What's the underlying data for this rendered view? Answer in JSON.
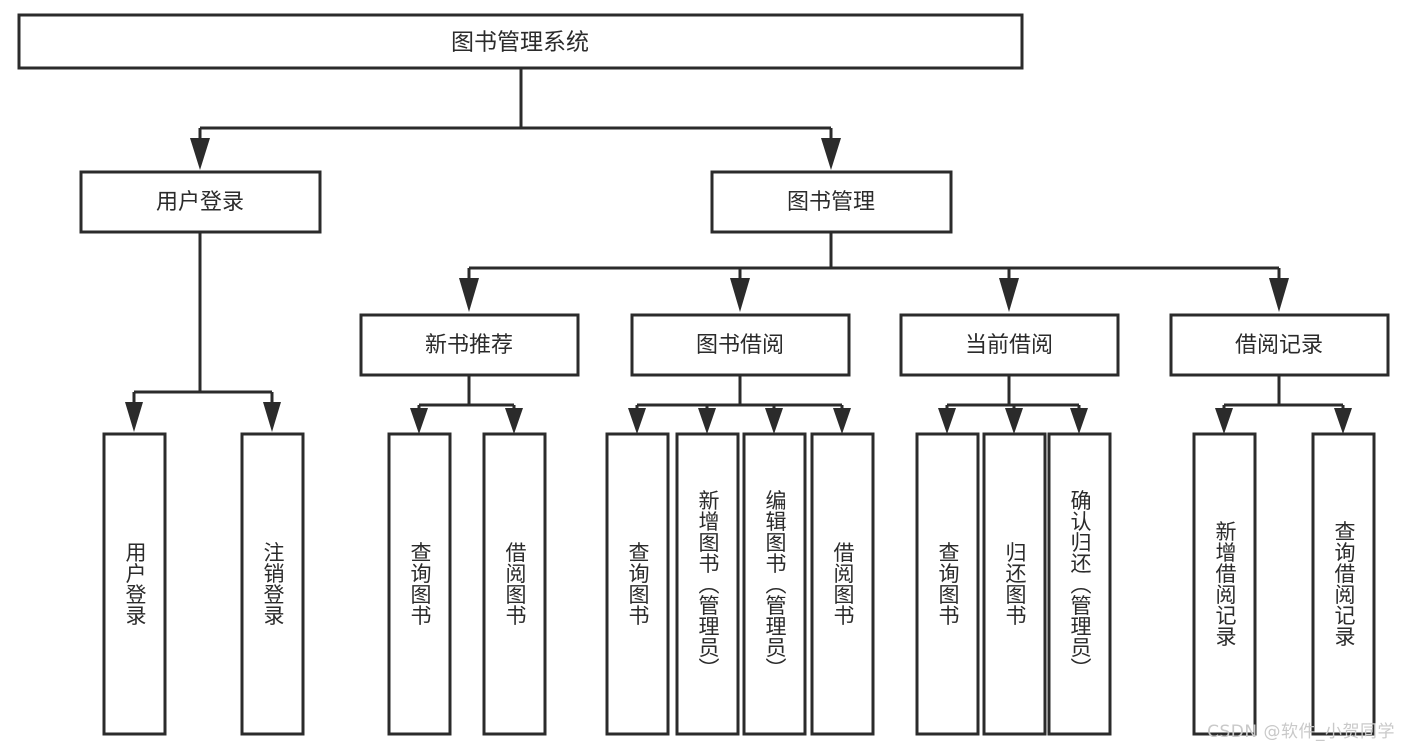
{
  "diagram": {
    "title": "图书管理系统",
    "watermark": "CSDN @软件_小贺同学",
    "colors": {
      "stroke": "#2b2b2b",
      "fill": "#ffffff",
      "text": "#2b2b2b",
      "watermark": "#c9c9c9",
      "background": "#ffffff"
    },
    "root": {
      "label": "图书管理系统"
    },
    "level2": [
      {
        "label": "用户登录"
      },
      {
        "label": "图书管理"
      }
    ],
    "level3": [
      {
        "label": "新书推荐"
      },
      {
        "label": "图书借阅"
      },
      {
        "label": "当前借阅"
      },
      {
        "label": "借阅记录"
      }
    ],
    "leaves": {
      "user_login": [
        {
          "label": "用户登录"
        },
        {
          "label": "注销登录"
        }
      ],
      "new_book_recommend": [
        {
          "label": "查询图书"
        },
        {
          "label": "借阅图书"
        }
      ],
      "book_borrow": [
        {
          "label": "查询图书"
        },
        {
          "label": "新增图书（管理员）"
        },
        {
          "label": "编辑图书（管理员）"
        },
        {
          "label": "借阅图书"
        }
      ],
      "current_borrow": [
        {
          "label": "查询图书"
        },
        {
          "label": "归还图书"
        },
        {
          "label": "确认归还（管理员）"
        }
      ],
      "borrow_records": [
        {
          "label": "新增借阅记录"
        },
        {
          "label": "查询借阅记录"
        }
      ]
    }
  }
}
